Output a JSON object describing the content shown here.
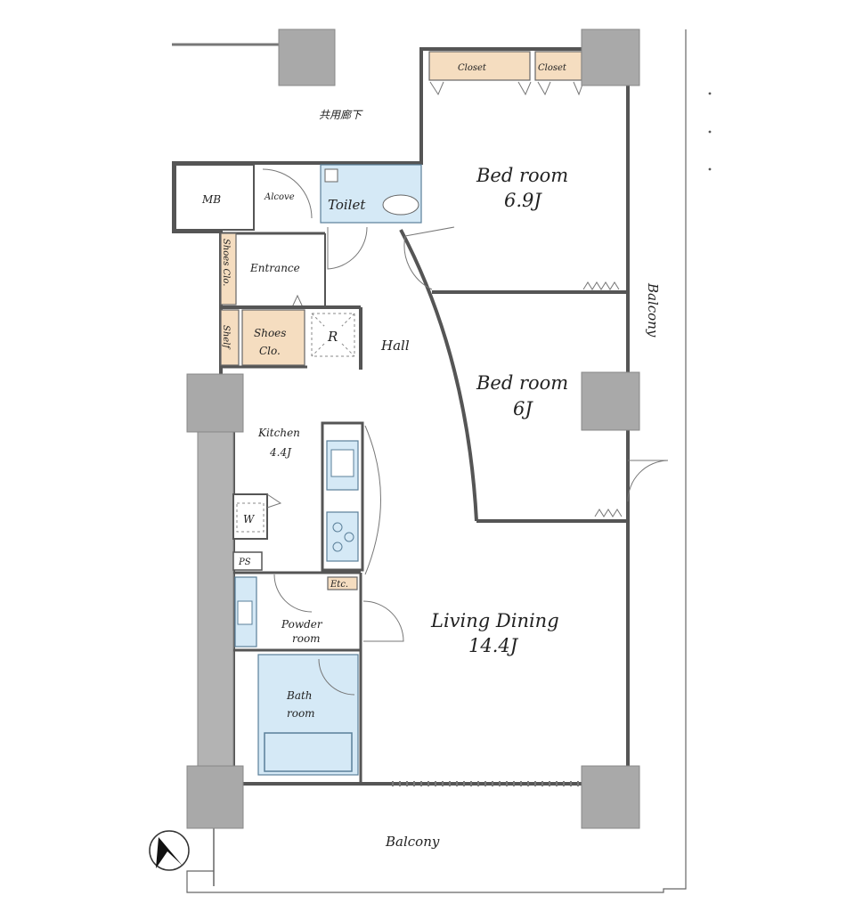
{
  "plan": {
    "rooms": {
      "bedroom1_name": "Bed room",
      "bedroom1_size": "6.9J",
      "bedroom2_name": "Bed room",
      "bedroom2_size": "6J",
      "living_name": "Living Dining",
      "living_size": "14.4J",
      "kitchen_name": "Kitchen",
      "kitchen_size": "4.4J",
      "hall": "Hall",
      "entrance": "Entrance",
      "toilet": "Toilet",
      "powder_room_line1": "Powder",
      "powder_room_line2": "room",
      "bath_room_line1": "Bath",
      "bath_room_line2": "room",
      "alcove": "Alcove",
      "mb": "MB",
      "corridor": "共用廊下"
    },
    "storage": {
      "closet1": "Closet",
      "closet2": "Closet",
      "shoes_clo_vertical": "Shoes Clo.",
      "shoes_clo_line1": "Shoes",
      "shoes_clo_line2": "Clo.",
      "shelf": "Shelf",
      "refrigerator": "R",
      "washer": "W",
      "ps": "PS",
      "etc": "Etc."
    },
    "outdoor": {
      "balcony_right": "Balcony",
      "balcony_bottom": "Balcony"
    },
    "compass": "north-arrow"
  }
}
